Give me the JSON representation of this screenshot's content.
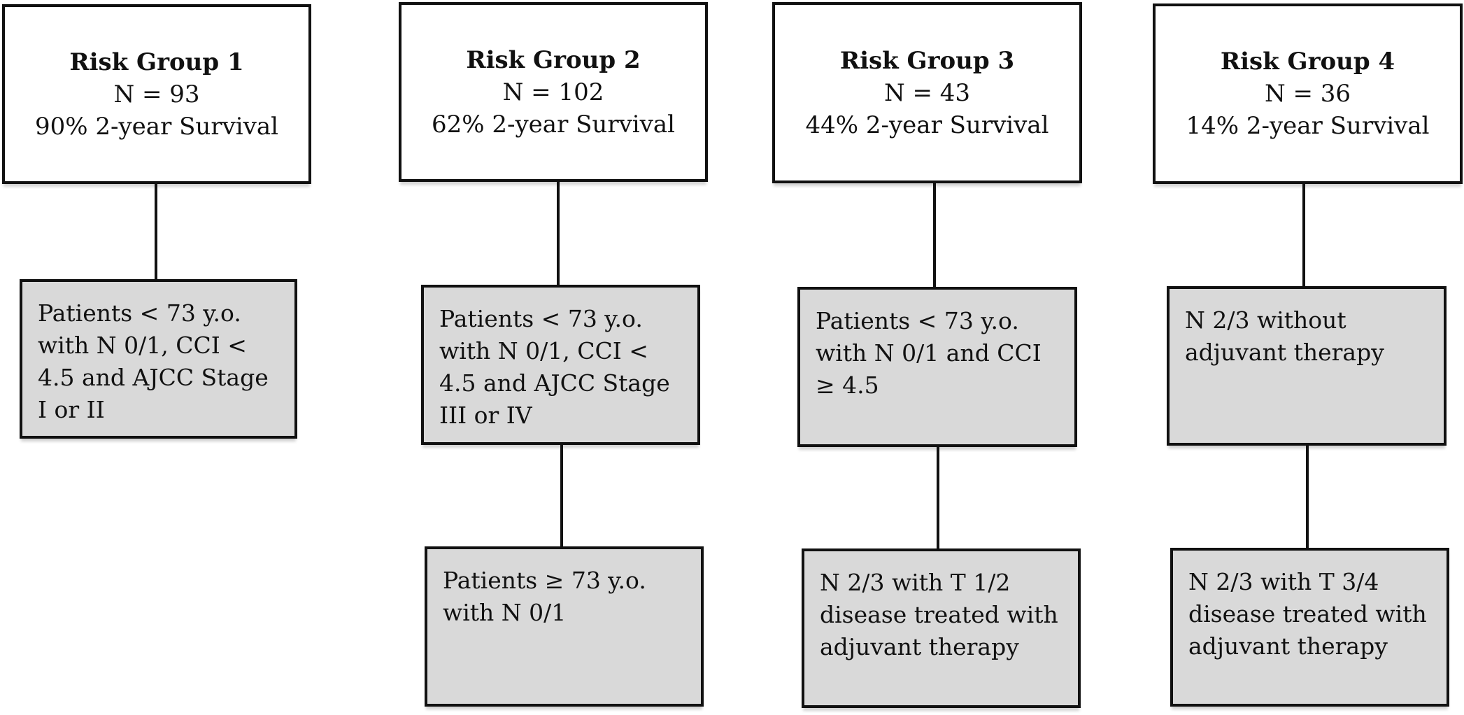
{
  "groups": [
    {
      "title": "Risk Group 1",
      "n": "N = 93",
      "survival": "90% 2-year Survival",
      "criteria": [
        "Patients < 73 y.o. with N 0/1, CCI < 4.5 and AJCC Stage I or II"
      ]
    },
    {
      "title": "Risk Group 2",
      "n": "N = 102",
      "survival": "62% 2-year Survival",
      "criteria": [
        "Patients < 73 y.o. with N 0/1, CCI < 4.5 and AJCC Stage III or IV",
        "Patients ≥ 73 y.o. with N 0/1"
      ]
    },
    {
      "title": "Risk Group 3",
      "n": "N = 43",
      "survival": "44% 2-year Survival",
      "criteria": [
        "Patients < 73 y.o. with N 0/1 and CCI ≥ 4.5",
        "N 2/3 with T 1/2 disease treated with adjuvant therapy"
      ]
    },
    {
      "title": "Risk Group 4",
      "n": "N = 36",
      "survival": "14% 2-year Survival",
      "criteria": [
        "N 2/3 without adjuvant therapy",
        "N 2/3 with T 3/4 disease treated with adjuvant therapy"
      ]
    }
  ]
}
